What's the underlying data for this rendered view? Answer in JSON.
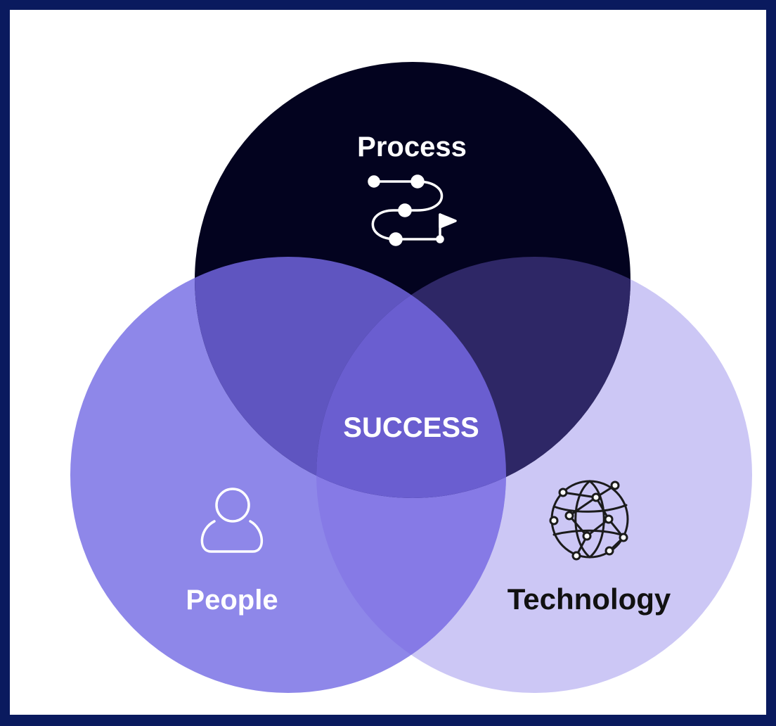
{
  "diagram": {
    "center_label": "SUCCESS",
    "circles": [
      {
        "id": "process",
        "label": "Process",
        "icon": "process-path-flag-icon",
        "color": "#03031f",
        "label_color": "#ffffff"
      },
      {
        "id": "people",
        "label": "People",
        "icon": "person-icon",
        "color": "#8e87e9",
        "label_color": "#ffffff"
      },
      {
        "id": "technology",
        "label": "Technology",
        "icon": "globe-network-icon",
        "color": "#ccc7f5",
        "label_color": "#111111"
      }
    ],
    "overlap_colors": {
      "process_people": "#5f55c0",
      "process_technology": "#2e2766",
      "people_technology": "#867ae6",
      "all": "#6a5ed0"
    },
    "frame_color": "#0a1a5e"
  }
}
